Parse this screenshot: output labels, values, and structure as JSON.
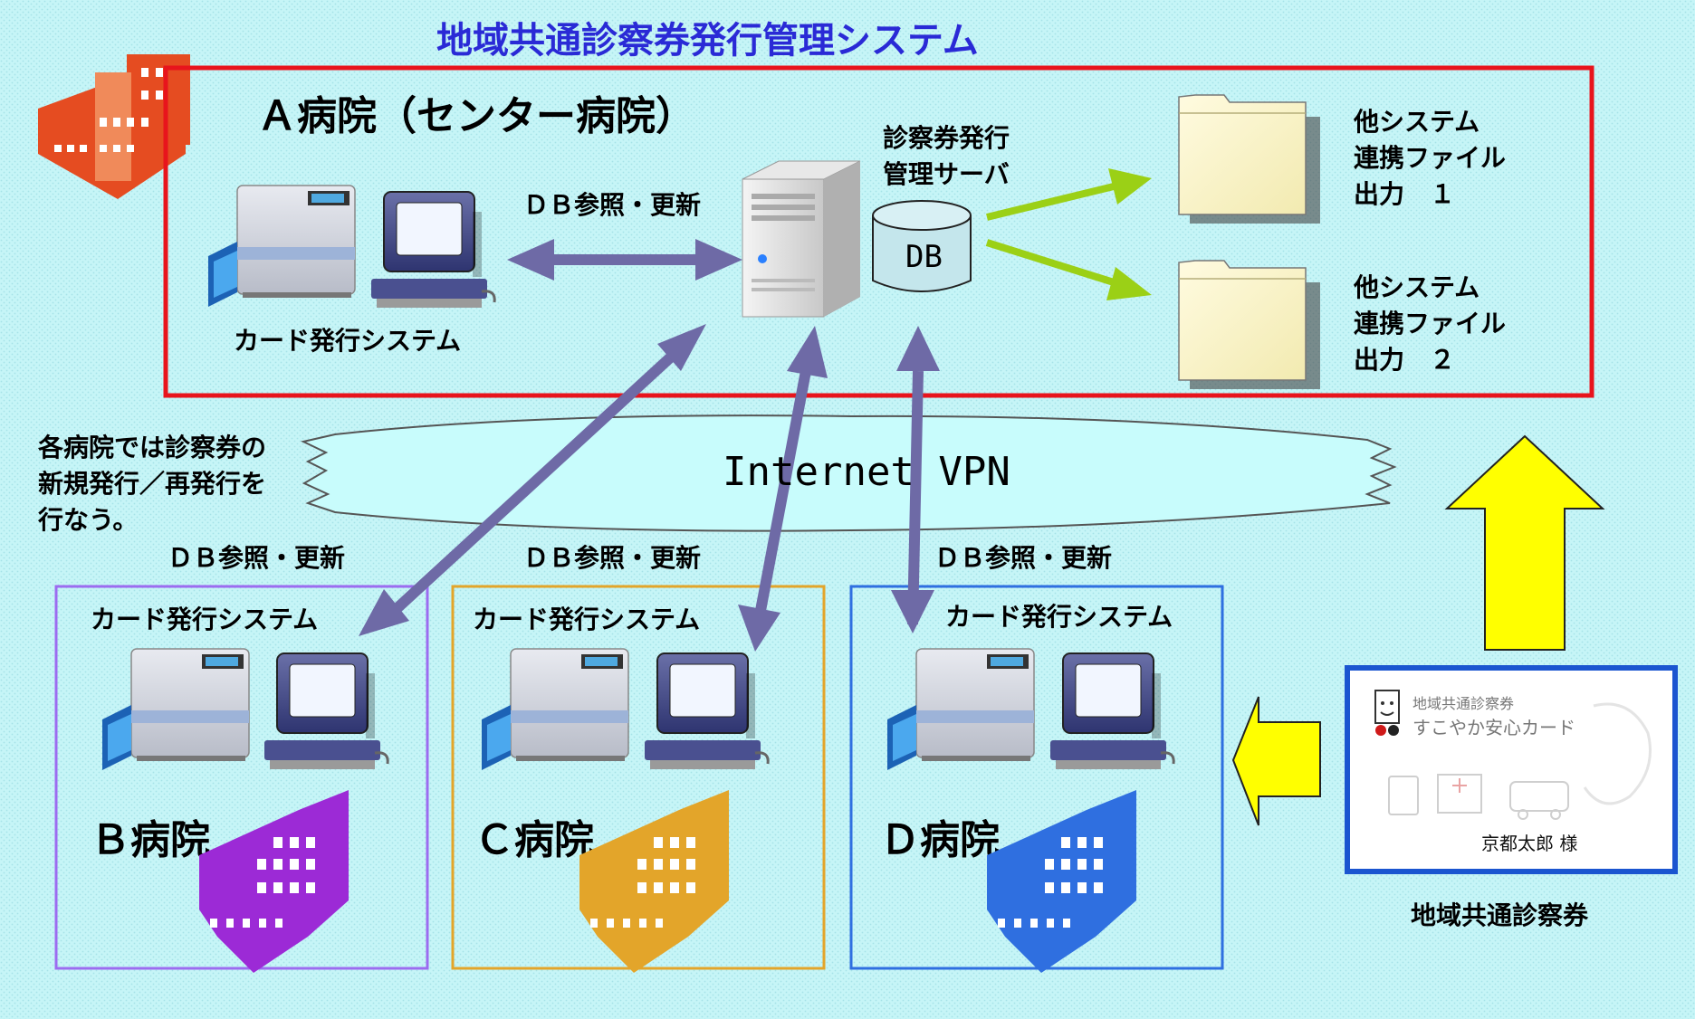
{
  "title": "地域共通診察券発行管理システム",
  "hospital_a": {
    "name": "Ａ病院（センター病院）",
    "card_system": "カード発行システム",
    "db_arrow_label": "ＤＢ参照・更新",
    "server_label": "診察券発行\n管理サーバ",
    "db_label": "DB",
    "output_1": "他システム\n連携ファイル\n出力　１",
    "output_2": "他システム\n連携ファイル\n出力　２"
  },
  "note": "各病院では診察券の\n新規発行／再発行を\n行なう。",
  "network": "Internet VPN",
  "hospitals": [
    {
      "name": "Ｂ病院",
      "card_system": "カード発行システム",
      "db_arrow_label": "ＤＢ参照・更新",
      "color": "#9c2ad6"
    },
    {
      "name": "Ｃ病院",
      "card_system": "カード発行システム",
      "db_arrow_label": "ＤＢ参照・更新",
      "color": "#e3a52a"
    },
    {
      "name": "Ｄ病院",
      "card_system": "カード発行システム",
      "db_arrow_label": "ＤＢ参照・更新",
      "color": "#2f6fe0"
    }
  ],
  "card": {
    "caption": "地域共通診察券",
    "header_small": "地域共通診察券",
    "card_name": "すこやか安心カード",
    "holder": "京都太郎 様"
  },
  "colors": {
    "title": "#2a2ad6",
    "frame_a": "#e8141c",
    "arrow": "#6e6aa6",
    "output_arrow": "#9bd016",
    "yellow_arrow": "#ffff00"
  }
}
